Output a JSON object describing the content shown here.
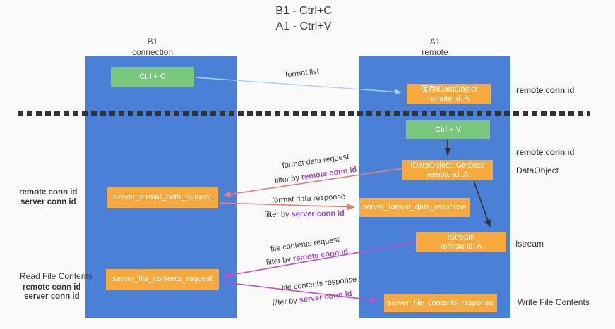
{
  "title": {
    "line1": "B1 - Ctrl+C",
    "line2": "A1 - Ctrl+V"
  },
  "columns": {
    "b1": {
      "name": "B1",
      "subtitle": "connection"
    },
    "a1": {
      "name": "A1",
      "subtitle": "remote"
    }
  },
  "nodes": {
    "ctrl_c": "Ctrl + C",
    "ctrl_v": "Ctrl + V",
    "save_dataobject": {
      "line1": "保存IDataObject",
      "line2": "remote id: A"
    },
    "getdata": {
      "line1": "IDataObject::GetData",
      "line2": "remote id: A"
    },
    "istream": {
      "line1": "IStream",
      "line2": "remote id: A"
    },
    "format_request": "server_format_data_request",
    "format_response": "server_format_data_response",
    "file_request": "server_file_contents_request",
    "file_response": "server_file_contents_response"
  },
  "edge_labels": {
    "format_list": "format list",
    "format_data_request": "format data request",
    "format_data_response": "format data response",
    "file_contents_request": "file contents request",
    "file_contents_response": "file contents response",
    "filter_by": "filter by",
    "remote_conn_id": "remote conn id",
    "server_conn_id": "server conn id"
  },
  "left_panel": {
    "mid": {
      "remote": "remote conn id",
      "server": "server conn id"
    },
    "bottom": {
      "title": "Read File Contents",
      "remote": "remote conn id",
      "server": "server conn id"
    }
  },
  "right_panel": {
    "top_remote": "remote conn id",
    "mid_remote": "remote conn id",
    "dataobject": "DataObject",
    "istream": "Istream",
    "write_file": "Write File Contents"
  },
  "colors": {
    "background": "#fafafa",
    "column_blue": "#4a81d6",
    "box_green": "#7bc67d",
    "box_orange": "#f8a93e",
    "purple_label": "#a64bc4",
    "green_label": "#55b457",
    "salmon_arrow": "#e87d7d",
    "magenta_arrow": "#c44ec4",
    "lightblue_arrow": "#a8d3ee",
    "black_arrow": "#333333"
  }
}
